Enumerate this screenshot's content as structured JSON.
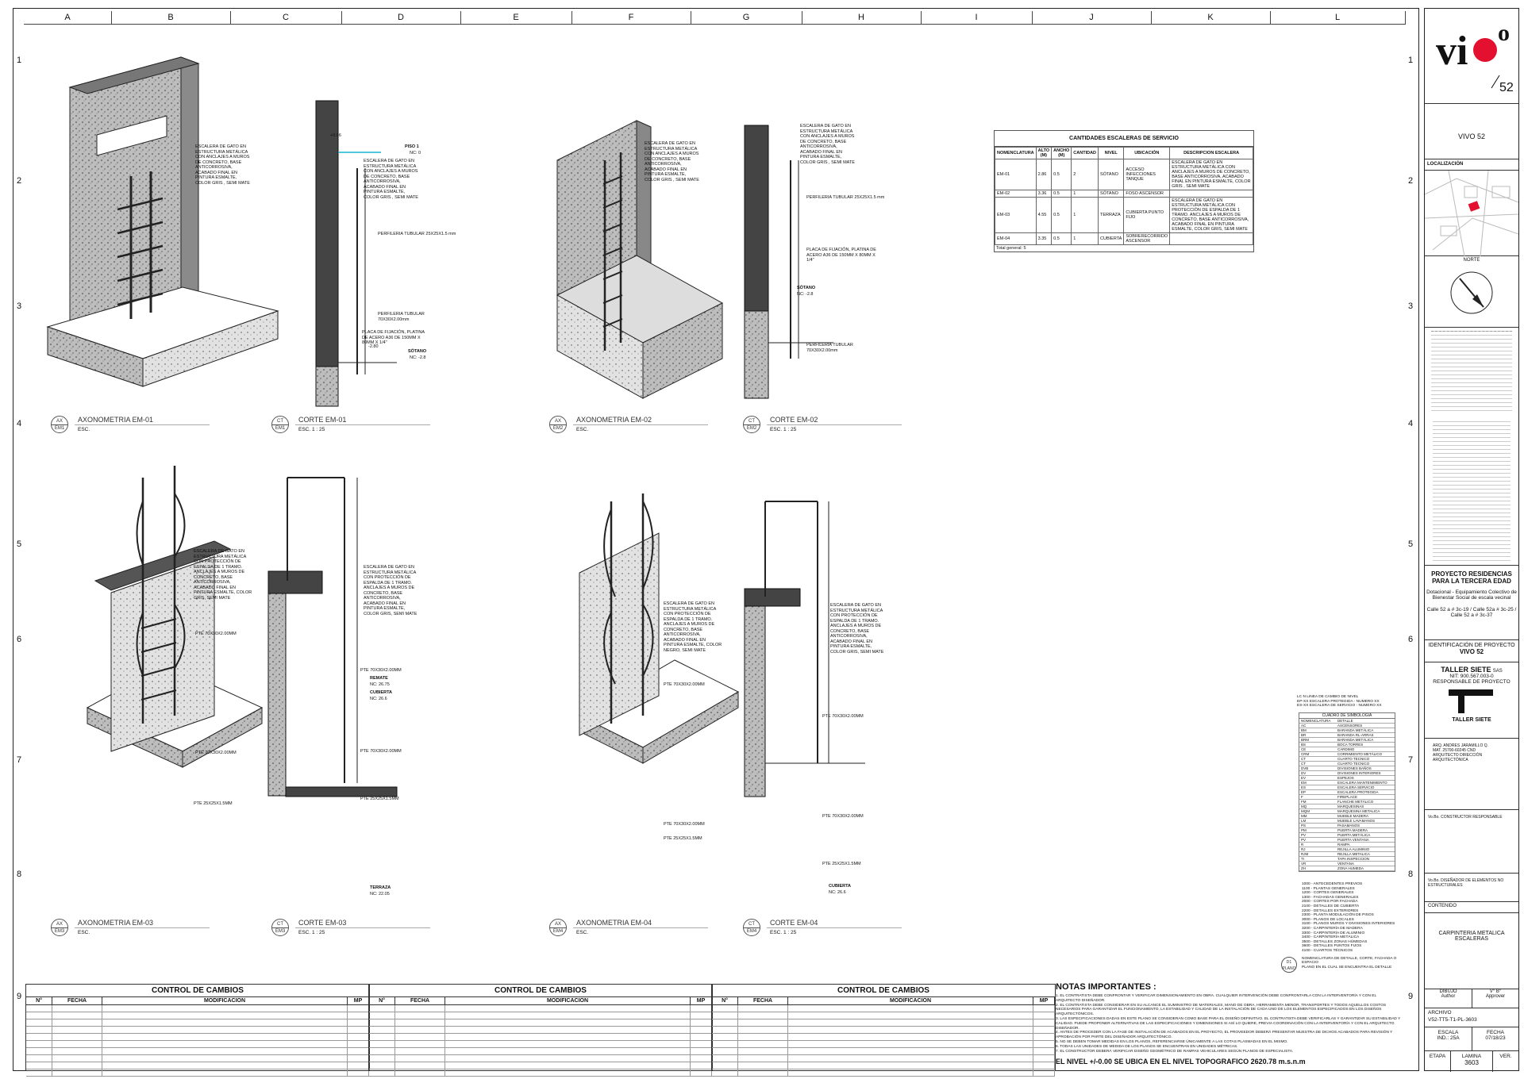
{
  "columns": [
    "A",
    "B",
    "C",
    "D",
    "E",
    "F",
    "G",
    "H",
    "I",
    "J",
    "K",
    "L"
  ],
  "rows": [
    "1",
    "2",
    "3",
    "4",
    "5",
    "6",
    "7",
    "8",
    "9"
  ],
  "views": [
    {
      "code_top": "AX",
      "code_bottom": "EM1",
      "title": "AXONOMETRIA EM-01",
      "scale": "ESC."
    },
    {
      "code_top": "CT",
      "code_bottom": "EM1",
      "title": "CORTE EM-01",
      "scale": "ESC. 1 : 25"
    },
    {
      "code_top": "AX",
      "code_bottom": "EM2",
      "title": "AXONOMETRIA EM-02",
      "scale": "ESC."
    },
    {
      "code_top": "CT",
      "code_bottom": "EM2",
      "title": "CORTE EM-02",
      "scale": "ESC. 1 : 25"
    },
    {
      "code_top": "AX",
      "code_bottom": "EM3",
      "title": "AXONOMETRIA EM-03",
      "scale": "ESC."
    },
    {
      "code_top": "CT",
      "code_bottom": "EM3",
      "title": "CORTE EM-03",
      "scale": "ESC. 1 : 25"
    },
    {
      "code_top": "AX",
      "code_bottom": "EM4",
      "title": "AXONOMETRIA EM-04",
      "scale": "ESC."
    },
    {
      "code_top": "CT",
      "code_bottom": "EM4",
      "title": "CORTE EM-04",
      "scale": "ESC. 1 : 25"
    }
  ],
  "annotations": {
    "em01_axo": "ESCALERA DE GATO EN ESTRUCTURA METÁLICA CON ANCLAJES A MUROS DE CONCRETO, BASE ANTICORROSIVA, ACABADO FINAL EN PINTURA ESMALTE, COLOR GRIS , SEMI MATE",
    "em01_cut_desc": "ESCALERA DE GATO EN ESTRUCTURA METÁLICA CON ANCLAJES A MUROS DE CONCRETO, BASE ANTICORROSIVA, ACABADO FINAL EN PINTURA ESMALTE, COLOR GRIS , SEMI MATE",
    "em01_level_top": "+0.06",
    "em01_piso": "PISO 1",
    "em01_piso_nc": "NC: 0",
    "em01_perfileria": "PERFILERIA TUBULAR 25X25X1.5 mm",
    "em01_perfileria2": "PERFILERIA TUBULAR 70X30X2.00mm",
    "em01_placa": "PLACA DE FIJACIÓN, PLATINA DE ACERO A36 DE 150MM X 80MM X 1/4\"",
    "em01_level_bottom": "-2.80",
    "em01_sotano": "SÓTANO",
    "em01_sotano_nc": "NC: -2.8",
    "em02_axo": "ESCALERA DE GATO EN ESTRUCTURA METÁLICA CON ANCLAJES A MUROS DE CONCRETO, BASE ANTICORROSIVA, ACABADO FINAL EN PINTURA ESMALTE, COLOR GRIS , SEMI MATE",
    "em02_cut_desc": "ESCALERA DE GATO EN ESTRUCTURA METÁLICA CON ANCLAJES A MUROS DE CONCRETO, BASE ANTICORROSIVA, ACABADO FINAL EN PINTURA ESMALTE, COLOR GRIS , SEMI MATE",
    "em02_perfileria": "PERFILERIA TUBULAR 25X25X1.5 mm",
    "em02_placa": "PLACA DE FIJACIÓN, PLATINA DE ACERO A36 DE 150MM X 80MM X 1/4\"",
    "em02_sotano": "SÓTANO",
    "em02_sotano_nc": "NC: -2.8",
    "em02_perfileria2": "PERFILERIA TUBULAR 70X30X2.00mm",
    "em03_axo": "ESCALERA DE GATO EN ESTRUCTURA METÁLICA CON PROTECCIÓN DE ESPALDA DE 1 TRAMO. ANCLAJES A MUROS DE CONCRETO, BASE ANTICORROSIVA, ACABADO FINAL EN PINTURA ESMALTE, COLOR GRIS, SEMI MATE",
    "em03_pte1": "PTE 70X30X2.00MM",
    "em03_pte2": "PTE 70X30X2.00MM",
    "em03_pte3": "PTE 25X25X1.5MM",
    "em03_cut_desc": "ESCALERA DE GATO EN ESTRUCTURA METÁLICA CON PROTECCIÓN DE ESPALDA DE 1 TRAMO. ANCLAJES A MUROS DE CONCRETO, BASE ANTICORROSIVA, ACABADO FINAL EN PINTURA ESMALTE, COLOR GRIS, SEMI MATE",
    "em03_cut_pte1": "PTE 70X30X2.00MM",
    "em03_remate": "REMATE",
    "em03_remate_nc": "NC: 26.75",
    "em03_cubierta": "CUBIERTA",
    "em03_cubierta_nc": "NC: 26.6",
    "em03_cut_pte2": "PTE 70X30X2.00MM",
    "em03_cut_pte3": "PTE 25X25X1.5MM",
    "em03_terraza": "TERRAZA",
    "em03_terraza_nc": "NC: 22.05",
    "em04_axo": "ESCALERA DE GATO EN ESTRUCTURA METÁLICA CON PROTECCIÓN DE ESPALDA DE 1 TRAMO. ANCLAJES A MUROS DE CONCRETO, BASE ANTICORROSIVA, ACABADO FINAL EN PINTURA ESMALTE, COLOR NEGRO, SEMI MATE",
    "em04_pte1": "PTE 70X30X2.00MM",
    "em04_pte2": "PTE 70X30X2.00MM",
    "em04_pte3": "PTE 25X25X1.5MM",
    "em04_cut_desc": "ESCALERA DE GATO EN ESTRUCTURA METÁLICA CON PROTECCIÓN DE ESPALDA DE 1 TRAMO. ANCLAJES A MUROS DE CONCRETO, BASE ANTICORROSIVA, ACABADO FINAL EN PINTURA ESMALTE, COLOR GRIS, SEMI MATE",
    "em04_cut_pte1": "PTE 70X30X2.00MM",
    "em04_cut_pte2": "PTE 70X30X2.00MM",
    "em04_cut_pte3": "PTE 25X25X1.5MM",
    "em04_cubierta": "CUBIERTA",
    "em04_cubierta_nc": "NC: 26.6"
  },
  "quantities": {
    "title": "CANTIDADES ESCALERAS DE SERVICIO",
    "headers": [
      "NOMENCLATURA",
      "ALTO (M)",
      "ANCHO (M)",
      "CANTIDAD",
      "NIVEL",
      "UBICACIÓN",
      "DESCRIPCION ESCALERA"
    ],
    "rows": [
      [
        "EM-01",
        "2.86",
        "0.5",
        "2",
        "SÓTANO",
        "ACCESO INFECCIONES TANQUE",
        "ESCALERA DE GATO EN ESTRUCTURA METÁLICA CON ANCLAJES A MUROS DE CONCRETO, BASE ANTICORROSIVA, ACABADO FINAL EN PINTURA ESMALTE, COLOR GRIS , SEMI MATE"
      ],
      [
        "EM-02",
        "3.36",
        "0.5",
        "1",
        "SÓTANO",
        "FOSO ASCENSOR",
        ""
      ],
      [
        "EM-03",
        "4.55",
        "0.5",
        "1",
        "TERRAZA",
        "CUBIERTA PUNTO FIJO",
        "ESCALERA DE GATO EN ESTRUCTURA METÁLICA CON PROTECCIÓN DE ESPALDA DE 1 TRAMO. ANCLAJES A MUROS DE CONCRETO, BASE ANTICORROSIVA, ACABADO FINAL EN PINTURA ESMALTE, COLOR GRIS, SEMI MATE"
      ],
      [
        "EM-04",
        "3.35",
        "0.5",
        "1",
        "CUBIERTA",
        "SOBRERECORRIDO ASCENSOR",
        ""
      ]
    ],
    "total": "Total general: 5"
  },
  "legend_top": [
    "LC N LINEA DE CAMBIO DE NIVEL",
    "EP-XX ESCALERA PROTEGIDA - NUMERO XX",
    "ES-XX ESCALERA DE SERVICIO - NUMERO XX"
  ],
  "symbology": {
    "title": "CUADRO DE SIMBOLOGIA",
    "headers": [
      "NOMENCLATURA",
      "DETALLE"
    ],
    "rows": [
      [
        "AC",
        "ASCENSORES"
      ],
      [
        "BM",
        "BARANDA METÁLICA"
      ],
      [
        "BR",
        "BARANDA RL-ARRAS"
      ],
      [
        "BRM",
        "BARANDA METÁLICA"
      ],
      [
        "BS",
        "BOCA TORRES"
      ],
      [
        "CE",
        "CARDIMO"
      ],
      [
        "CRM",
        "CORRIMIENTO METÁLICO"
      ],
      [
        "CT",
        "CUARTO TECNICO"
      ],
      [
        "CT",
        "CUARTO TECNICO"
      ],
      [
        "DVB",
        "DIVISIONES BAÑOS"
      ],
      [
        "DV",
        "DIVISIONES INTERIORES"
      ],
      [
        "EV",
        "ESPEJOS"
      ],
      [
        "EM",
        "ESCALERA MANTENIMIENTO"
      ],
      [
        "ES",
        "ESCALERA SERVICIO"
      ],
      [
        "EP",
        "ESCALERA PROTEGIDA"
      ],
      [
        "F",
        "FIREPLACE"
      ],
      [
        "FM",
        "FLANCHE METÁLICO"
      ],
      [
        "MQ",
        "MARQUESINAS"
      ],
      [
        "MQM",
        "MARQUESINA METALICA"
      ],
      [
        "MM",
        "MUEBLE MADERA"
      ],
      [
        "LM",
        "MUEBLE LAVAMANOS"
      ],
      [
        "PS",
        "PASAMANOS"
      ],
      [
        "PM",
        "PUERTA MADERA"
      ],
      [
        "PV",
        "PUERTA METÁLICA"
      ],
      [
        "PV",
        "PUERTA VENTANA"
      ],
      [
        "R",
        "RAMPA"
      ],
      [
        "RJ",
        "REJILLA ALUMINIO"
      ],
      [
        "RJM",
        "REJILLA METALICA"
      ],
      [
        "TI",
        "TAPA INSPECCION"
      ],
      [
        "VR",
        "VENTANA"
      ],
      [
        "ZH",
        "ZONA HUMEDA"
      ]
    ]
  },
  "sheet_index": [
    "1000 - ANTECEDENTES PREVIOS",
    "1100 - PLANTAS GENERALES",
    "1200 - CORTES GENERALES",
    "1300 - FACHADAS GENERALES",
    "2000 - CORTES POR FACHADA",
    "2100 - DETALLES DE CUBIERTA",
    "2200 - DETALLES EXTERIORES",
    "2300 - PLANTA MODULACIÓN DE PISOS",
    "3000 - PLANOS DE LOCALES",
    "3100 - PLANOS MUROS Y DIVISIONES INTERIORES",
    "3200 - CARPINTERÍA DE MADERA",
    "3300 - CARPINTERÍA DE ALUMINIO",
    "3400 - CARPINTERÍA METÁLICA",
    "3500 - DETALLES ZONAS HÚMEDAS",
    "3600 - DETALLES PUNTOS FIJOS",
    "4100 - CUARTOS TÉCNICOS"
  ],
  "detail_ref": {
    "code_top": "D1",
    "code_bottom": "PLANO",
    "line1": "NOMENCLATURA DE DETALLE, CORTE, FACHADA O ESPACIO",
    "line2": "PLANO EN EL CUAL SE ENCUENTRA EL DETALLE"
  },
  "change_control": {
    "title": "CONTROL DE CAMBIOS",
    "headers": [
      "N°",
      "FECHA",
      "MODIFICACION",
      "MP"
    ]
  },
  "notes": {
    "title": "NOTAS IMPORTANTES :",
    "items": [
      "1. EL CONTRATISTA DEBE CONFRONTAR Y VERIFICAR DIMENSIONAMIENTO EN OBRA. CUALQUIER INTERVENCIÓN DEBE CONFRONTARLA CON LA INTERVENTORÍA Y CON EL ARQUITECTO DISEÑADOR.",
      "2. EL CONTRATISTA DEBE CONSIDERAR EN SU ALCANCE EL SUMINISTRO DE MATERIALES, MANO DE OBRA, HERRAMIENTA MENOR, TRANSPORTES Y TODOS AQUELLOS COSTOS NECESARIOS PARA GARANTIZAR EL FUNCIONAMIENTO, LA ESTABILIDAD Y CALIDAD DE LA INSTALACIÓN DE CADA UNO DE LOS ELEMENTOS ESPECIFICADOS EN LOS DISEÑOS ARQUITECTÓNICOS.",
      "3. LAS ESPECIFICACIONES DADAS EN ESTE PLANO SE CONSIDERAN COMO BASE PARA EL DISEÑO DEFINITIVO. EL CONTRATISTA DEBE VERIFICARLAS Y GARANTIZAR SU ESTABILIDAD Y CALIDAD. PUEDE PROPONER ALTERNATIVAS DE LAS ESPECIFICACIONES Y DIMENSIONES SI ASÍ LO QUIERE, PREVIA COORDINACIÓN CON LA INTERVENTORÍA Y CON EL ARQUITECTO DISEÑADOR.",
      "4. ANTES DE PROCEDER CON LA FASE DE INSTALACIÓN DE ACABADOS EN EL PROYECTO, EL PROVEEDOR DEBERÁ PRESENTAR MUESTRA DE DICHOS ACABADOS PARA REVISIÓN Y APROBACIÓN POR PARTE DEL DISEÑADOR ARQUITECTÓNICO.",
      "5. NO SE DEBEN TOMAR MEDIDAS EN LOS PLANOS, REFERENCIARSE ÚNICAMENTE A LAS COTAS PLASMADAS EN EL MISMO.",
      "6. TODAS LAS UNIDADES DE MEDIDA DE LOS PLANOS SE ENCUENTRAN EN UNIDADES MÉTRICAS.",
      "7. EL CONSTRUCTOR DEBERÁ VERIFICAR DISEÑO GEOMÉTRICO DE RAMPAS VEHICULARES SEGÚN PLANOS DE ESPECIALISTA."
    ],
    "level": "EL NIVEL +/-0.00 SE UBICA EN EL NIVEL TOPOGRAFICO 2620.78 m.s.n.m"
  },
  "sidebar": {
    "logo_text": "vivo",
    "logo_sub": "52",
    "project_short": "VIVO 52",
    "location_label": "LOCALIZACIÓN",
    "north_label": "NORTE",
    "project_title": "PROYECTO RESIDENCIAS PARA LA TERCERA EDAD",
    "project_desc": "Dotacional - Equipamiento Colectivo de Bienestar Social de escala vecinal",
    "address": "Calle 52 a # 3c-19 / Calle 52a # 3c-25 / Calle 52 a # 3c-37",
    "id_label": "IDENTIFICACIÓN DE PROYECTO",
    "id_value": "VIVO 52",
    "firm": "TALLER SIETE",
    "firm_suffix": "SAS",
    "nit": "NIT: 900.567.003-0",
    "responsible": "RESPONSABLE DE PROYECTO",
    "firm_logo_text": "TALLER SIETE",
    "arq_name": "ARQ. ANDRES JARAMILLO Q.",
    "arq_mat": "MAT. 25700-60245 CND",
    "arq_role": "ARQUITECTO DIRECCIÓN ARQUITECTÓNICA",
    "constructor": "CONSTRUCTOR RESPONSABLE",
    "structural": "DISEÑADOR DE ELEMENTOS NO ESTRUCTURALES",
    "vobo": "Vo.Bo.",
    "content_label": "CONTENIDO",
    "content_value": "CARPINTERIA METALICA ESCALERAS",
    "dibujo_label": "DIBUJO",
    "dibujo_value": "Author",
    "vb_label": "V° B°",
    "vb_value": "Approver",
    "archivo_label": "ARCHIVO",
    "archivo_value": "V52-TT5-T1-PL-3603",
    "escala_label": "ESCALA",
    "escala_value": "IND.: 25A",
    "fecha_label": "FECHA",
    "fecha_value": "07/18/23",
    "etapa_label": "ETAPA",
    "lamina_label": "LAMINA",
    "lamina_value": "3603",
    "ver_label": "VER.",
    "brand_red": "#e3102f"
  }
}
